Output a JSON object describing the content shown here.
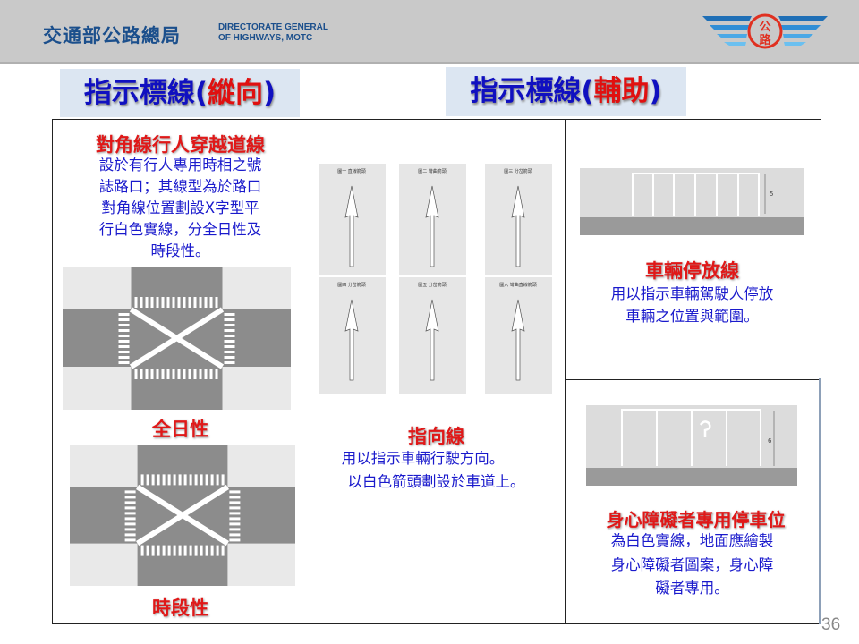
{
  "header": {
    "org_cn": "交通部公路總局",
    "org_en_line1": "DIRECTORATE GENERAL",
    "org_en_line2": "OF HIGHWAYS, MOTC",
    "logo_text": "公路"
  },
  "titles": {
    "left_main": "指示標線(",
    "left_accent": "縱向",
    "left_close": ")",
    "right_main": "指示標線(",
    "right_accent": "輔助",
    "right_close": ")"
  },
  "left": {
    "title": "對角線行人穿越道線",
    "lines": [
      "設於有行人專用時相之號",
      "誌路口；其線型為於路口",
      "對角線位置劃設X字型平",
      "行白色實線，分全日性及",
      "時段性。"
    ],
    "caption1": "全日性",
    "caption2": "時段性"
  },
  "middle": {
    "figures": [
      "圖一 直線箭頭",
      "圖二 彎曲箭頭",
      "圖三 分岔箭頭",
      "圖四 分岔箭頭",
      "圖五 分岔箭頭",
      "圖六 彎曲直線箭頭"
    ],
    "title": "指向線",
    "lines": [
      "用以指示車輛行駛方向。",
      "以白色箭頭劃設於車道上。"
    ]
  },
  "right_top": {
    "dimension": "5",
    "title": "車輛停放線",
    "lines": [
      "用以指示車輛駕駛人停放",
      "車輛之位置與範圍。"
    ]
  },
  "right_bottom": {
    "dimension": "6",
    "title": "身心障礙者專用停車位",
    "lines": [
      "為白色實線，地面應繪製",
      "身心障礙者圖案，身心障",
      "礙者專用。"
    ]
  },
  "page_number": "36"
}
